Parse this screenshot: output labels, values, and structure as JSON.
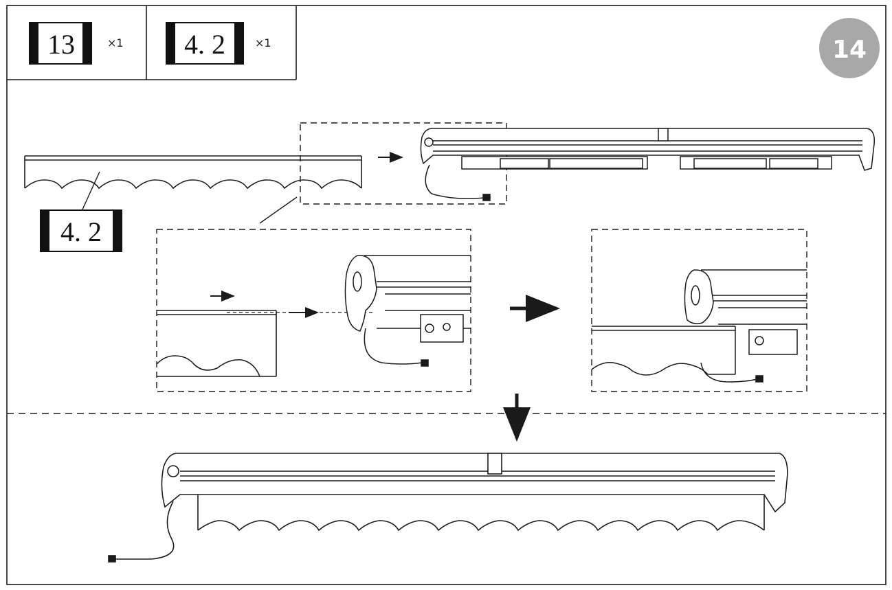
{
  "parts": [
    {
      "label": "13",
      "qty": "×1"
    },
    {
      "label": "4. 2",
      "qty": "×1"
    }
  ],
  "step_number": "14",
  "callout_label": "4. 2",
  "colors": {
    "ink": "#1a1a1a",
    "badge_bg": "#a8a8a8",
    "paper": "#ffffff"
  }
}
